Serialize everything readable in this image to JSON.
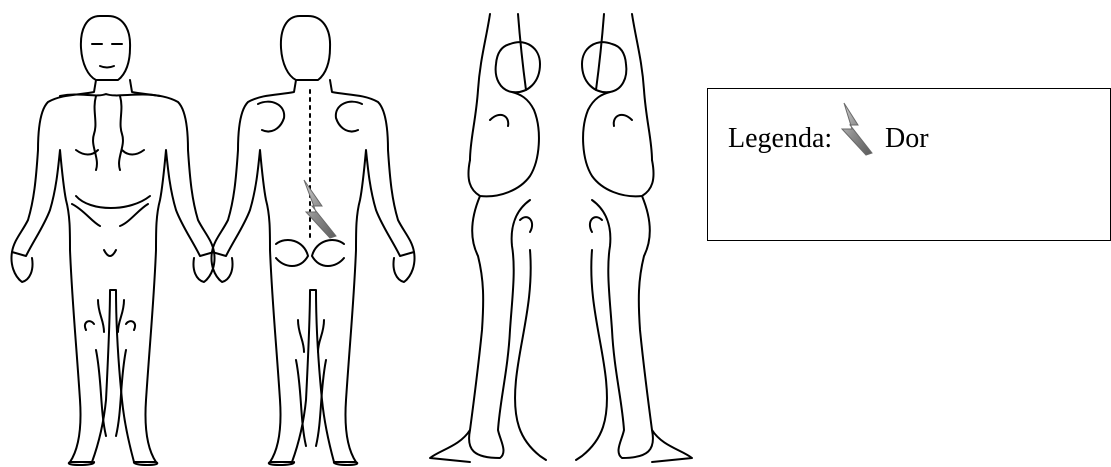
{
  "legend": {
    "label": "Legenda:",
    "term": "Dor",
    "marker_icon": "lightning-bolt-icon",
    "marker_color": "#8a8a8a"
  },
  "figures": [
    "front",
    "back",
    "side-right",
    "side-left"
  ],
  "pain_markers": [
    {
      "figure": "back",
      "region": "lower-back"
    }
  ],
  "line_color": "#000000"
}
